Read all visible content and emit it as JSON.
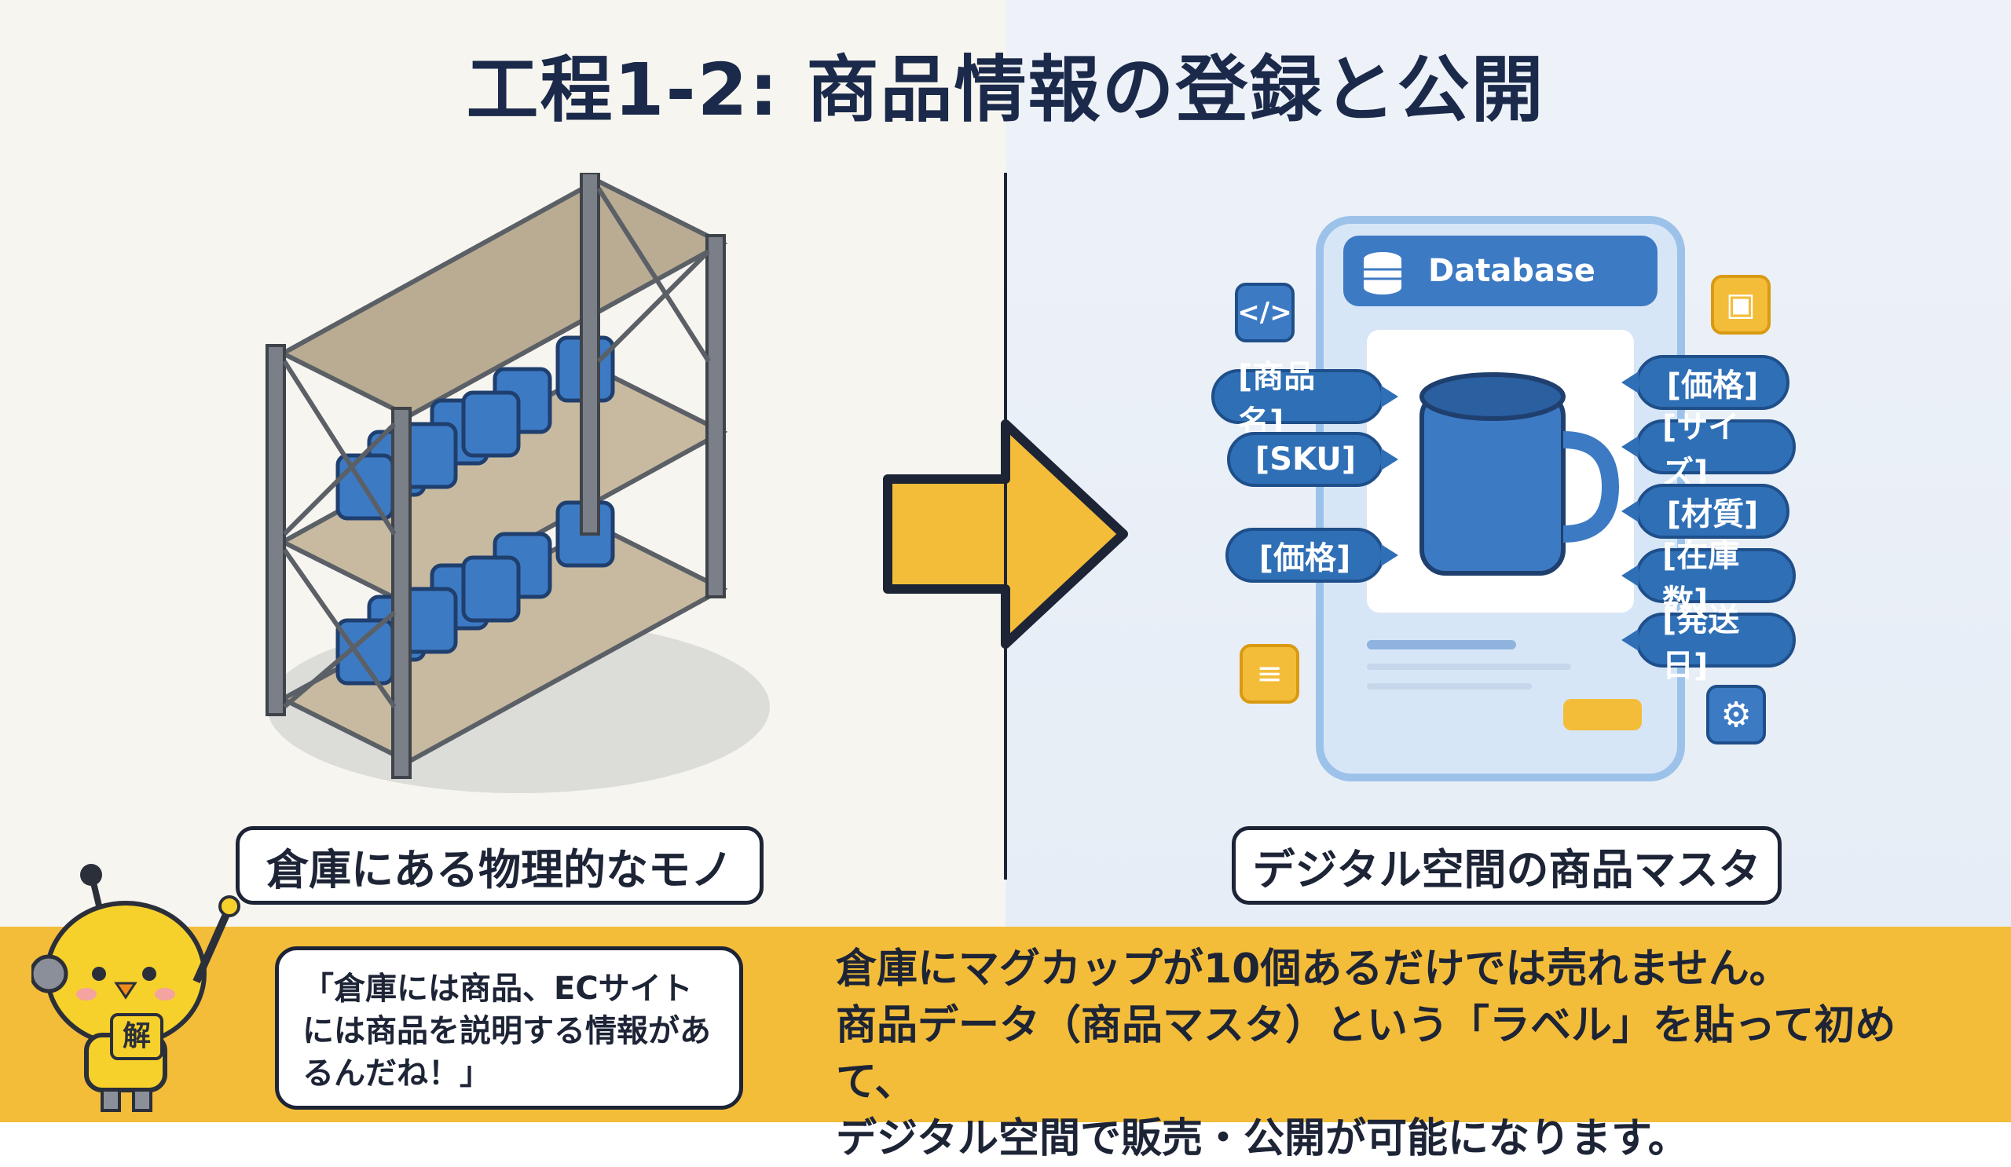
{
  "title": "工程1-2: 商品情報の登録と公開",
  "left_caption": "倉庫にある物理的なモノ",
  "right_caption": "デジタル空間の商品マスタ",
  "database_label": "Database",
  "left_tags": [
    "[商品名]",
    "[SKU]",
    "[価格]"
  ],
  "right_tags": [
    "[価格]",
    "[サイズ]",
    "[材質]",
    "[在庫数]",
    "[発送日]"
  ],
  "mascot_badge": "解",
  "bubble_text": "「倉庫には商品、ECサイト\nには商品を説明する情報があ\nるんだね！」",
  "main_lines": [
    "倉庫にマグカップが10個あるだけでは売れません。",
    "商品データ（商品マスタ）という「ラベル」を貼って初めて、",
    "デジタル空間で販売・公開が可能になります。"
  ],
  "colors": {
    "navy": "#1d2436",
    "yellow": "#f3bd3a",
    "blue": "#2f6fb6",
    "mug": "#3d7ac4"
  },
  "icons": [
    "code-icon",
    "database-icon",
    "box-icon",
    "gear-icon"
  ]
}
